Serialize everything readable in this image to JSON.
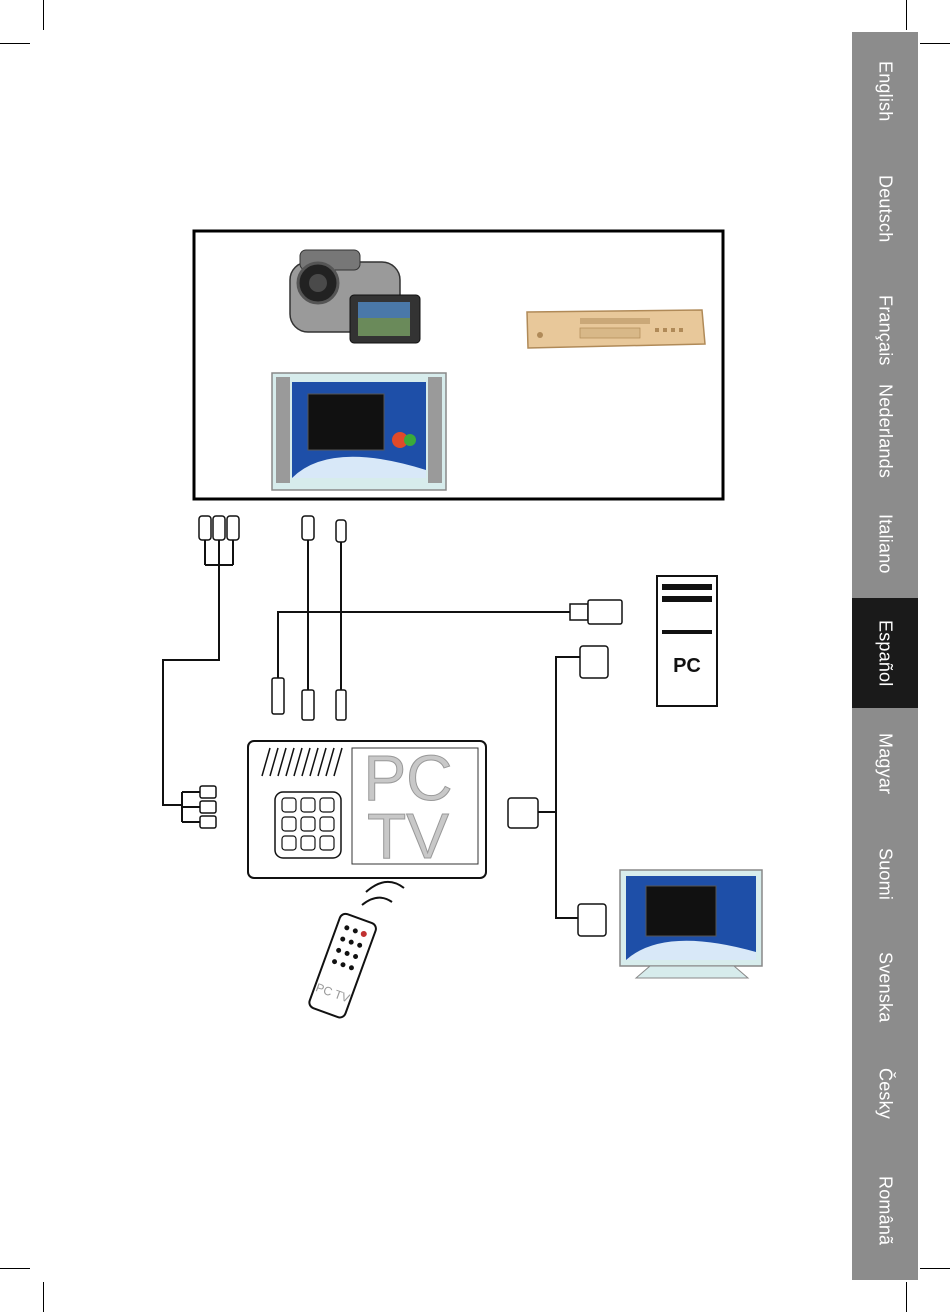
{
  "language_tabs": [
    {
      "label": "English",
      "active": false
    },
    {
      "label": "Deutsch",
      "active": false
    },
    {
      "label": "Français",
      "active": false
    },
    {
      "label": "Nederlands",
      "active": false
    },
    {
      "label": "Italiano",
      "active": false
    },
    {
      "label": "Español",
      "active": true
    },
    {
      "label": "Magyar",
      "active": false
    },
    {
      "label": "Suomi",
      "active": false
    },
    {
      "label": "Svenska",
      "active": false
    },
    {
      "label": "Česky",
      "active": false
    },
    {
      "label": "Românã",
      "active": false
    }
  ],
  "diagram": {
    "pc_label": "PC",
    "device_logo_top": "PC",
    "device_logo_bottom": "TV",
    "remote_logo": "PC TV"
  },
  "colors": {
    "tab_strip": "#8c8c8c",
    "tab_active": "#1a1a1a",
    "dvd_player": "#e8c89a",
    "screen_blue": "#1e4fa8"
  }
}
